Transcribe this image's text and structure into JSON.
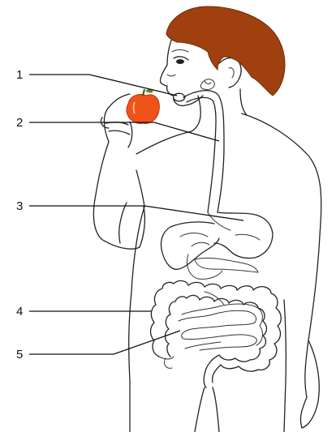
{
  "diagram": {
    "labels": [
      {
        "id": "1",
        "text": "1"
      },
      {
        "id": "2",
        "text": "2"
      },
      {
        "id": "3",
        "text": "3"
      },
      {
        "id": "4",
        "text": "4"
      },
      {
        "id": "5",
        "text": "5"
      }
    ],
    "colors": {
      "hair": "#a0400f",
      "apple": "#f0531a",
      "apple_dark": "#b83208",
      "stem": "#3a5a10",
      "outline": "#222222"
    },
    "icons": {
      "apple": "apple-icon",
      "boy": "boy-figure"
    }
  }
}
